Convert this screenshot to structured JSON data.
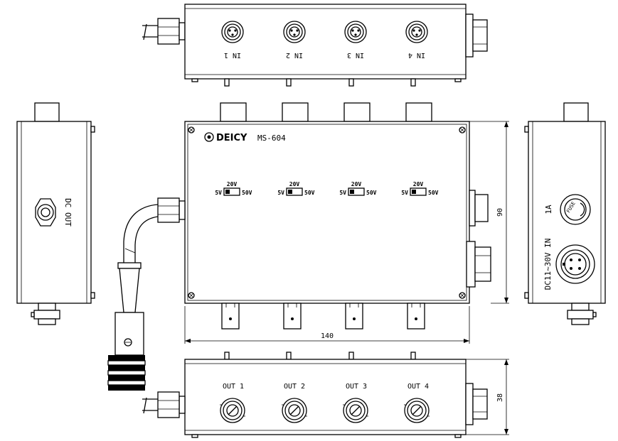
{
  "brand": {
    "logo": "DEICY",
    "model": "MS-604"
  },
  "top_view": {
    "inputs": [
      "IN 1",
      "IN 2",
      "IN 3",
      "IN 4"
    ]
  },
  "front_view": {
    "switch": {
      "top": "20V",
      "left": "5V",
      "right": "50V"
    },
    "switch_count": 4,
    "dim_width": "140",
    "dim_height": "90"
  },
  "bottom_view": {
    "outputs": [
      "OUT 1",
      "OUT 2",
      "OUT 3",
      "OUT 4"
    ],
    "dim_height": "38"
  },
  "left_view": {
    "label": "DC OUT"
  },
  "right_view": {
    "fuse_label": "1A",
    "fuse_text": "FUSE",
    "power_label": "DC11~30V IN"
  }
}
